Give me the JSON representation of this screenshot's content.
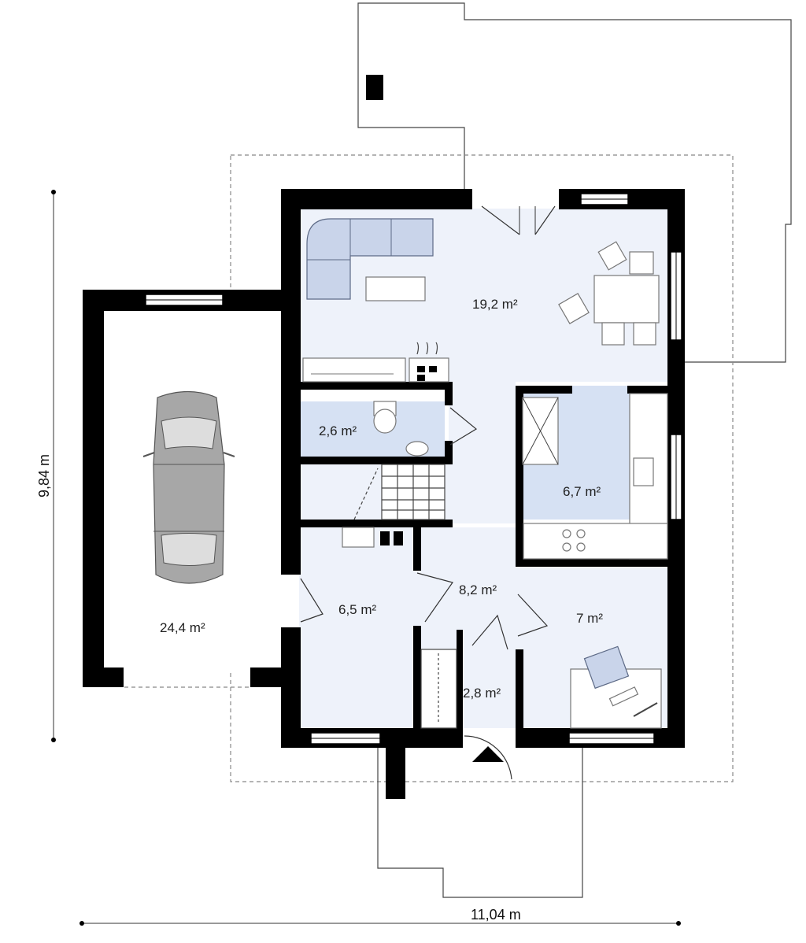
{
  "rooms": [
    {
      "id": "living",
      "area": "19,2 m²"
    },
    {
      "id": "wc",
      "area": "2,6 m²"
    },
    {
      "id": "kitchen",
      "area": "6,7 m²"
    },
    {
      "id": "utility",
      "area": "6,5 m²"
    },
    {
      "id": "hall",
      "area": "8,2 m²"
    },
    {
      "id": "study",
      "area": "7 m²"
    },
    {
      "id": "vestibule",
      "area": "2,8 m²"
    },
    {
      "id": "garage",
      "area": "24,4 m²"
    }
  ],
  "dimensions": {
    "height": "9,84 m",
    "width": "11,04 m"
  },
  "colors": {
    "wall": "#000000",
    "floor": "#eef2fa",
    "wet_room": "#d6e1f3",
    "furniture_accent": "#c9d4ea"
  }
}
